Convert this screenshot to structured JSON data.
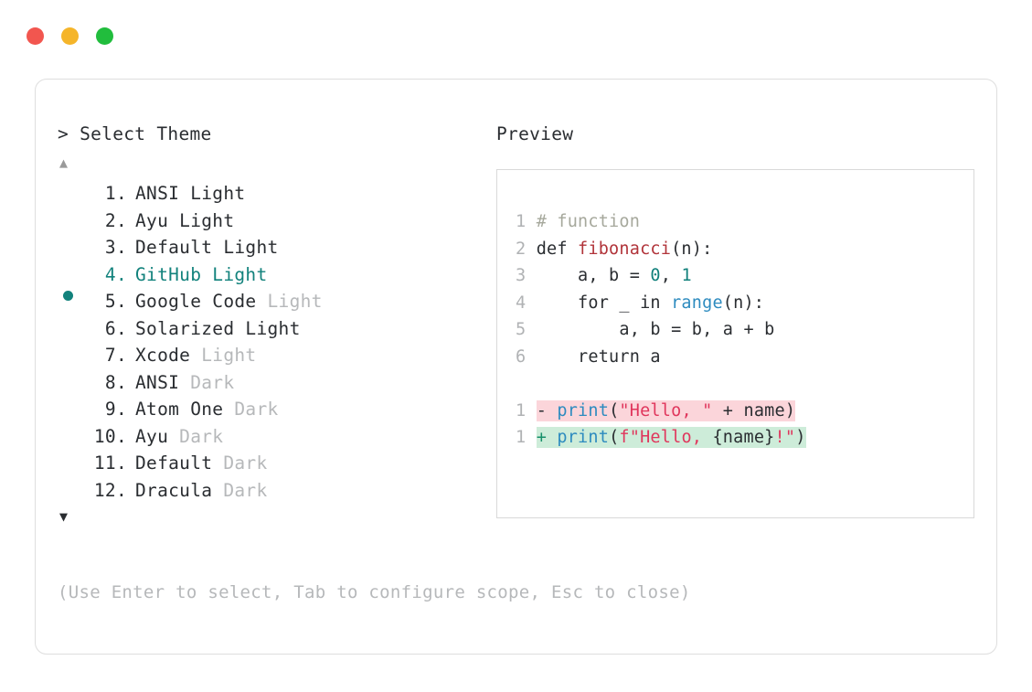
{
  "window": {
    "traffic_lights": [
      {
        "name": "close",
        "color": "#f2564f"
      },
      {
        "name": "minimize",
        "color": "#f5b52a"
      },
      {
        "name": "maximize",
        "color": "#21bd3d"
      }
    ]
  },
  "prompt": {
    "heading": "> Select Theme",
    "scroll_up_icon": "▲",
    "scroll_down_icon": "▼",
    "help": "(Use Enter to select, Tab to configure scope, Esc to close)"
  },
  "theme_list": {
    "selected_index": 4,
    "selected_color": "#12827c",
    "items": [
      {
        "number": "1.",
        "name": "ANSI",
        "variant": "Light",
        "variant_dim": false,
        "selected": false
      },
      {
        "number": "2.",
        "name": "Ayu",
        "variant": "Light",
        "variant_dim": false,
        "selected": false
      },
      {
        "number": "3.",
        "name": "Default",
        "variant": "Light",
        "variant_dim": false,
        "selected": false
      },
      {
        "number": "4.",
        "name": "GitHub",
        "variant": "Light",
        "variant_dim": false,
        "selected": true
      },
      {
        "number": "5.",
        "name": "Google Code",
        "variant": "Light",
        "variant_dim": true,
        "selected": false
      },
      {
        "number": "6.",
        "name": "Solarized",
        "variant": "Light",
        "variant_dim": false,
        "selected": false
      },
      {
        "number": "7.",
        "name": "Xcode",
        "variant": "Light",
        "variant_dim": true,
        "selected": false
      },
      {
        "number": "8.",
        "name": "ANSI",
        "variant": "Dark",
        "variant_dim": true,
        "selected": false
      },
      {
        "number": "9.",
        "name": "Atom One",
        "variant": "Dark",
        "variant_dim": true,
        "selected": false
      },
      {
        "number": "10.",
        "name": "Ayu",
        "variant": "Dark",
        "variant_dim": true,
        "selected": false
      },
      {
        "number": "11.",
        "name": "Default",
        "variant": "Dark",
        "variant_dim": true,
        "selected": false
      },
      {
        "number": "12.",
        "name": "Dracula",
        "variant": "Dark",
        "variant_dim": true,
        "selected": false
      }
    ]
  },
  "preview": {
    "heading": "Preview",
    "code_lines": [
      {
        "ln": "1",
        "tokens": [
          {
            "t": "# function",
            "c": "tok-comment"
          }
        ]
      },
      {
        "ln": "2",
        "tokens": [
          {
            "t": "def ",
            "c": ""
          },
          {
            "t": "fibonacci",
            "c": "tok-func"
          },
          {
            "t": "(n):",
            "c": ""
          }
        ]
      },
      {
        "ln": "3",
        "tokens": [
          {
            "t": "    a, b = ",
            "c": ""
          },
          {
            "t": "0",
            "c": "tok-num"
          },
          {
            "t": ", ",
            "c": ""
          },
          {
            "t": "1",
            "c": "tok-num"
          }
        ]
      },
      {
        "ln": "4",
        "tokens": [
          {
            "t": "    for _ in ",
            "c": ""
          },
          {
            "t": "range",
            "c": "tok-builtin"
          },
          {
            "t": "(n):",
            "c": ""
          }
        ]
      },
      {
        "ln": "5",
        "tokens": [
          {
            "t": "        a, b = b, a + b",
            "c": ""
          }
        ]
      },
      {
        "ln": "6",
        "tokens": [
          {
            "t": "    return a",
            "c": ""
          }
        ]
      }
    ],
    "diff_lines": [
      {
        "ln": "1",
        "marker": "-",
        "marker_class": "",
        "bg": "diff-del",
        "tokens": [
          {
            "t": "print",
            "c": "tok-builtin"
          },
          {
            "t": "(",
            "c": ""
          },
          {
            "t": "\"Hello, \"",
            "c": "tok-string"
          },
          {
            "t": " + name)",
            "c": ""
          }
        ]
      },
      {
        "ln": "1",
        "marker": "+",
        "marker_class": "tok-plus",
        "bg": "diff-add",
        "tokens": [
          {
            "t": "print",
            "c": "tok-builtin"
          },
          {
            "t": "(",
            "c": ""
          },
          {
            "t": "f\"Hello, ",
            "c": "tok-string"
          },
          {
            "t": "{name}",
            "c": ""
          },
          {
            "t": "!\"",
            "c": "tok-string"
          },
          {
            "t": ")",
            "c": ""
          }
        ]
      }
    ]
  }
}
